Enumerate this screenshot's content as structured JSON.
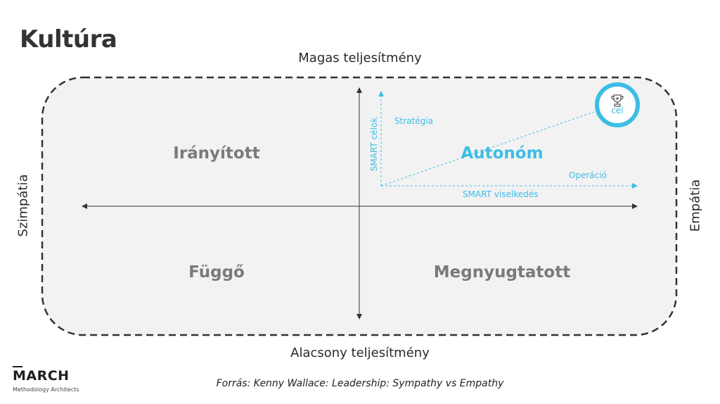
{
  "slide": {
    "title": "Kultúra",
    "axes": {
      "top": "Magas teljesítmény",
      "bottom": "Alacsony teljesítmény",
      "left": "Szimpátia",
      "right": "Empátia"
    },
    "quadrants": {
      "top_left": "Irányított",
      "top_right": "Autonóm",
      "bottom_left": "Függő",
      "bottom_right": "Megnyugtatott"
    },
    "inner_chart": {
      "y_axis_label": "SMART célok",
      "x_axis_label": "SMART viselkedés",
      "top_label": "Stratégia",
      "right_label": "Operáció",
      "goal_label": "cél",
      "goal_icon": "trophy-icon"
    },
    "source": "Forrás: Kenny Wallace: Leadership: Sympathy vs Empathy",
    "logo": {
      "brand": "MARCH",
      "tagline": "Methodology Architects"
    }
  },
  "colors": {
    "accent": "#3dbde6",
    "quadrant_text": "#7a7a7a",
    "panel_fill": "#f2f2f2",
    "border": "#333333"
  }
}
